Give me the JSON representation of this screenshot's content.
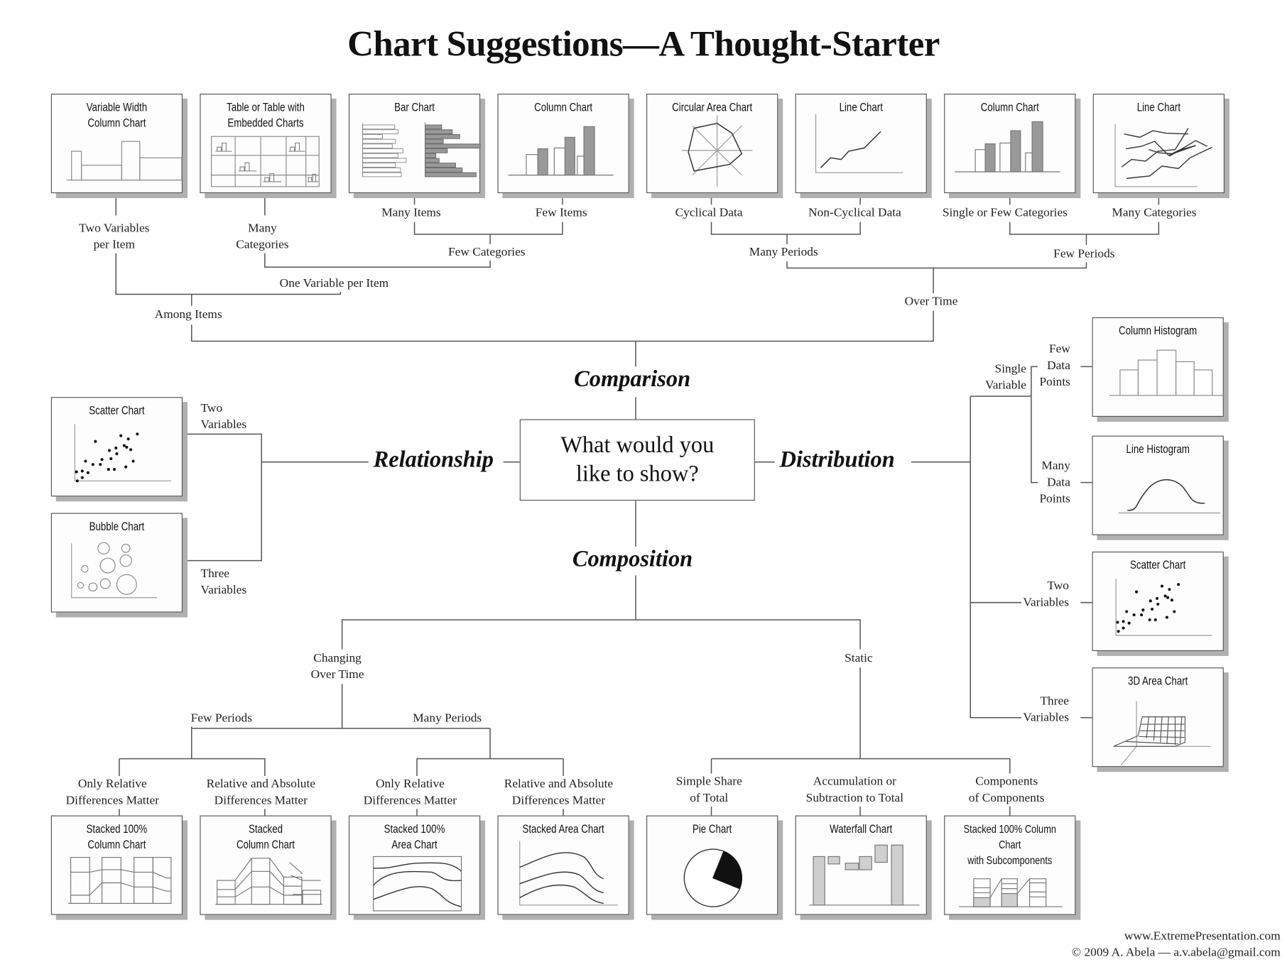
{
  "title": "Chart Suggestions—A Thought-Starter",
  "center_question": [
    "What would you",
    "like to show?"
  ],
  "categories": {
    "comparison": "Comparison",
    "relationship": "Relationship",
    "distribution": "Distribution",
    "composition": "Composition"
  },
  "comparison": {
    "among_items": "Among Items",
    "over_time": "Over Time",
    "two_variables_per_item": [
      "Two Variables",
      "per Item"
    ],
    "one_variable_per_item": "One Variable per Item",
    "many_categories": [
      "Many",
      "Categories"
    ],
    "few_categories": "Few Categories",
    "many_items": "Many Items",
    "few_items": "Few Items",
    "many_periods": "Many Periods",
    "few_periods": "Few Periods",
    "cyclical_data": "Cyclical Data",
    "non_cyclical_data": "Non-Cyclical Data",
    "single_or_few_categories": "Single or Few Categories",
    "many_categories_time": "Many Categories",
    "cards": [
      {
        "title": [
          "Variable Width",
          "Column Chart"
        ],
        "icon": "variable-width-column-chart-icon"
      },
      {
        "title": [
          "Table or Table with",
          "Embedded Charts"
        ],
        "icon": "table-embedded-charts-icon"
      },
      {
        "title": [
          "Bar Chart"
        ],
        "icon": "bar-chart-icon"
      },
      {
        "title": [
          "Column Chart"
        ],
        "icon": "column-chart-icon"
      },
      {
        "title": [
          "Circular Area Chart"
        ],
        "icon": "circular-area-chart-icon"
      },
      {
        "title": [
          "Line Chart"
        ],
        "icon": "line-chart-icon"
      },
      {
        "title": [
          "Column Chart"
        ],
        "icon": "column-chart-icon"
      },
      {
        "title": [
          "Line Chart"
        ],
        "icon": "multi-line-chart-icon"
      }
    ]
  },
  "relationship": {
    "two_variables": [
      "Two",
      "Variables"
    ],
    "three_variables": [
      "Three",
      "Variables"
    ],
    "cards": [
      {
        "title": [
          "Scatter Chart"
        ],
        "icon": "scatter-chart-icon"
      },
      {
        "title": [
          "Bubble Chart"
        ],
        "icon": "bubble-chart-icon"
      }
    ]
  },
  "distribution": {
    "single_variable": [
      "Single",
      "Variable"
    ],
    "few_data_points": [
      "Few",
      "Data",
      "Points"
    ],
    "many_data_points": [
      "Many",
      "Data",
      "Points"
    ],
    "two_variables": [
      "Two",
      "Variables"
    ],
    "three_variables": [
      "Three",
      "Variables"
    ],
    "cards": [
      {
        "title": [
          "Column Histogram"
        ],
        "icon": "column-histogram-icon"
      },
      {
        "title": [
          "Line Histogram"
        ],
        "icon": "line-histogram-icon"
      },
      {
        "title": [
          "Scatter Chart"
        ],
        "icon": "scatter-chart-icon"
      },
      {
        "title": [
          "3D Area Chart"
        ],
        "icon": "3d-area-chart-icon"
      }
    ]
  },
  "composition": {
    "changing_over_time": [
      "Changing",
      "Over Time"
    ],
    "static": "Static",
    "few_periods": "Few Periods",
    "many_periods": "Many Periods",
    "only_relative_1": [
      "Only Relative",
      "Differences Matter"
    ],
    "relative_absolute_1": [
      "Relative and Absolute",
      "Differences Matter"
    ],
    "only_relative_2": [
      "Only Relative",
      "Differences Matter"
    ],
    "relative_absolute_2": [
      "Relative and Absolute",
      "Differences Matter"
    ],
    "simple_share": [
      "Simple Share",
      "of Total"
    ],
    "accumulation": [
      "Accumulation or",
      "Subtraction to Total"
    ],
    "components": [
      "Components",
      "of Components"
    ],
    "cards": [
      {
        "title": [
          "Stacked 100%",
          "Column Chart"
        ],
        "icon": "stacked-100-column-chart-icon"
      },
      {
        "title": [
          "Stacked",
          "Column Chart"
        ],
        "icon": "stacked-column-chart-icon"
      },
      {
        "title": [
          "Stacked 100%",
          "Area Chart"
        ],
        "icon": "stacked-100-area-chart-icon"
      },
      {
        "title": [
          "Stacked Area Chart"
        ],
        "icon": "stacked-area-chart-icon"
      },
      {
        "title": [
          "Pie Chart"
        ],
        "icon": "pie-chart-icon"
      },
      {
        "title": [
          "Waterfall Chart"
        ],
        "icon": "waterfall-chart-icon"
      },
      {
        "title": [
          "Stacked 100% Column Chart",
          "with Subcomponents"
        ],
        "icon": "stacked-column-subcomponents-icon"
      }
    ]
  },
  "footer": {
    "website": "www.ExtremePresentation.com",
    "copyright": "© 2009  A. Abela — a.v.abela@gmail.com"
  },
  "colors": {
    "line": "#555555",
    "shadow": "#b0b0b0",
    "fill_gray": "#9a9a9a",
    "fill_light": "#cfcfcf",
    "pie_slice": "#111111"
  }
}
